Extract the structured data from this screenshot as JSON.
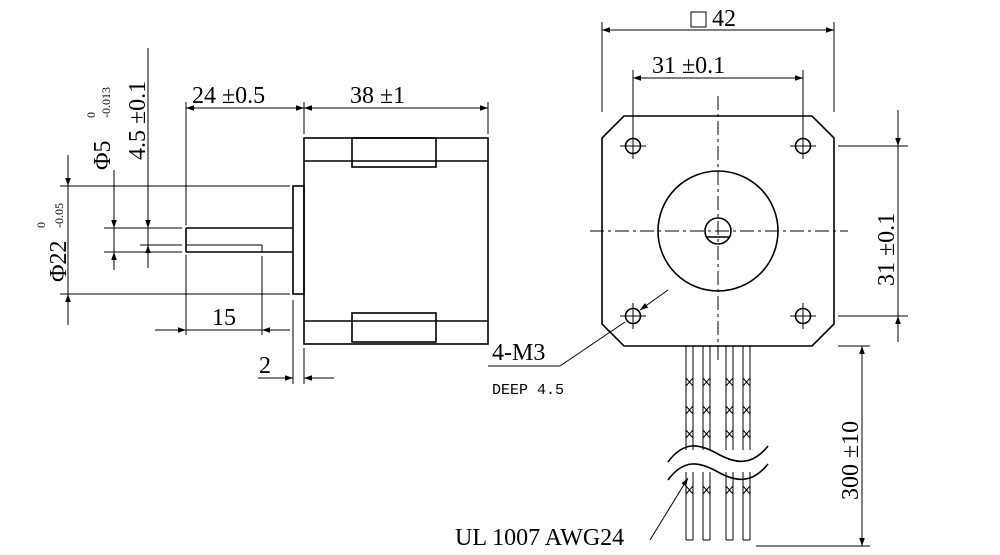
{
  "side_view": {
    "shaft_dia": "Φ5",
    "shaft_dia_tol_upper": "0",
    "shaft_dia_tol_lower": "-0.013",
    "flat_depth": "4.5 ±0.1",
    "boss_dia": "Φ22",
    "boss_dia_tol_upper": "0",
    "boss_dia_tol_lower": "-0.05",
    "shaft_length": "24 ±0.5",
    "body_length": "38 ±1",
    "flat_length": "15",
    "boss_height": "2"
  },
  "front_view": {
    "frame_size": "□42",
    "hole_spacing_h": "31 ±0.1",
    "hole_spacing_v": "31 ±0.1",
    "hole_callout": "4-M3",
    "hole_depth": "DEEP 4.5",
    "lead_length": "300 ±10",
    "wire_spec": "UL 1007 AWG24"
  }
}
